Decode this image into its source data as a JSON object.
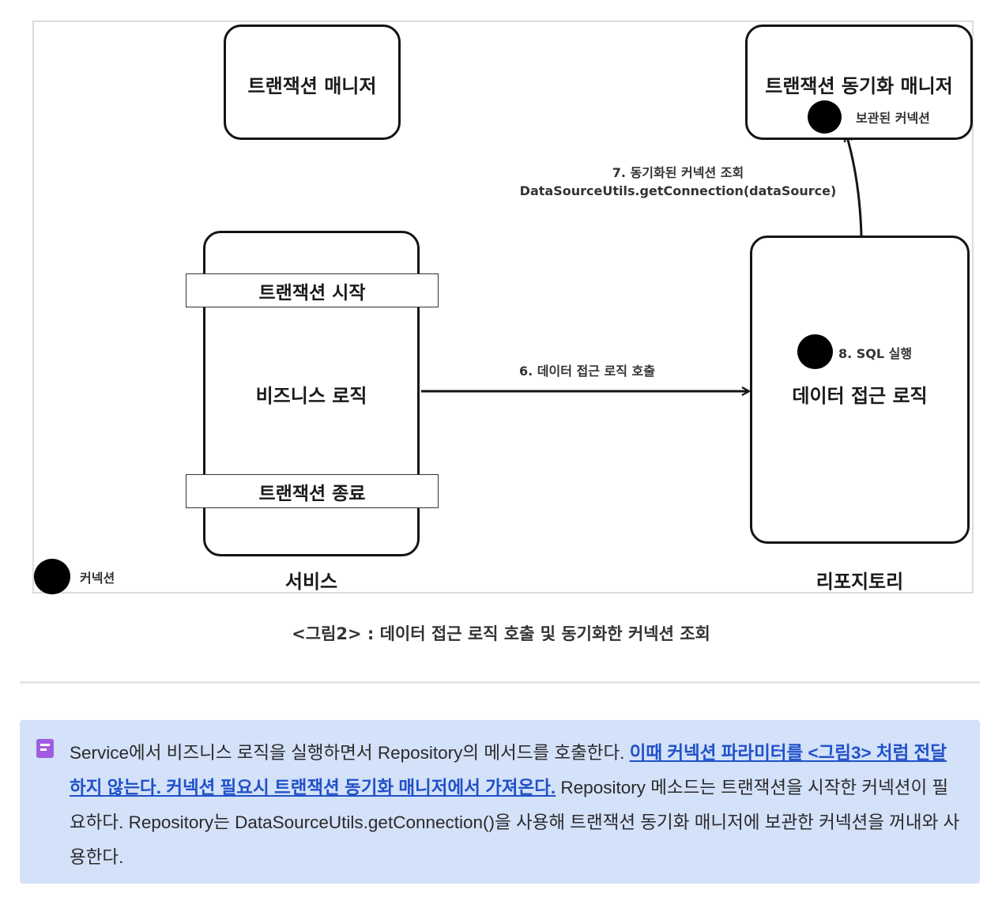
{
  "figure": {
    "tx_manager": "트랜잭션 매니저",
    "tx_sync_manager": "트랜잭션 동기화 매니저",
    "stored_connection": "보관된 커넥션",
    "step7_line1": "7. 동기화된 커넥션 조회",
    "step7_line2": "DataSourceUtils.getConnection(dataSource)",
    "tx_start": "트랜잭션 시작",
    "business_logic": "비즈니스 로직",
    "tx_end": "트랜잭션 종료",
    "service_label": "서비스",
    "step6": "6. 데이터 접근 로직 호출",
    "step8": "8. SQL 실행",
    "data_access_logic": "데이터 접근 로직",
    "repository_label": "리포지토리",
    "legend_connection": "커넥션"
  },
  "caption": "<그림2> : 데이터 접근 로직 호출 및 동기화한 커넥션 조회",
  "note": {
    "part1": "Service에서 비즈니스 로직을 실행하면서 Repository의 메서드를 호출한다. ",
    "highlight": "이때 커넥션 파라미터를 <그림3> 처럼 전달하지 않는다. 커넥션 필요시 트랜잭션 동기화 매니저에서 가져온다.",
    "part2": " Repository 메소드는 트랜잭션을 시작한 커넥션이 필요하다. Repository는 DataSourceUtils.getConnection()을 사용해 트랜잭션 동기화 매니저에 보관한 커넥션을 꺼내와 사용한다."
  },
  "icons": {
    "note": "note-icon",
    "connection": "connection-dot-icon"
  },
  "colors": {
    "note_bg": "#d3e1f9",
    "highlight": "#2051c8",
    "icon": "#a05ce0"
  }
}
